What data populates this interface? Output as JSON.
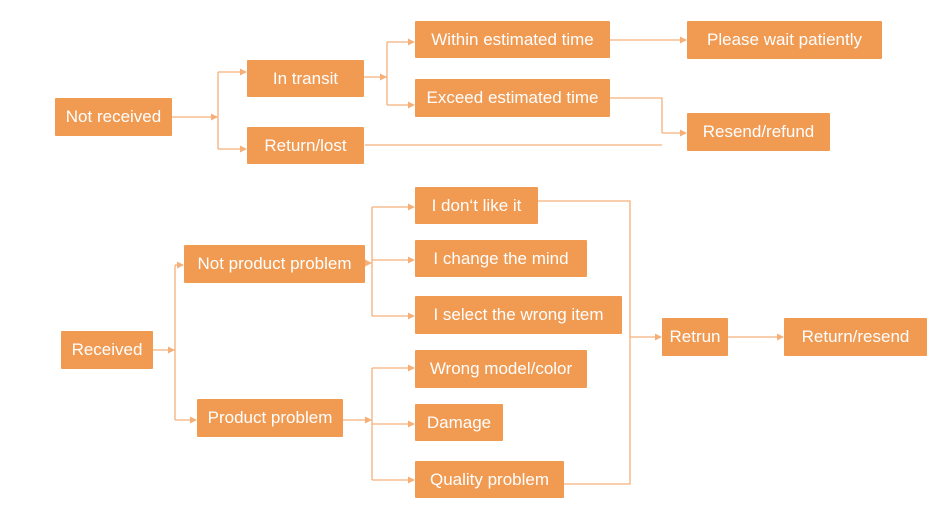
{
  "colors": {
    "node_fill": "#F09A52",
    "node_text": "#FFFFFF",
    "connector": "#F5B07A"
  },
  "not_received_flow": {
    "root": "Not received",
    "in_transit": "In transit",
    "return_lost": "Return/lost",
    "within_estimated_time": "Within estimated time",
    "exceed_estimated_time": "Exceed estimated time",
    "please_wait_patiently": "Please wait patiently",
    "resend_refund": "Resend/refund"
  },
  "received_flow": {
    "root": "Received",
    "not_product_problem": "Not product problem",
    "product_problem": "Product problem",
    "dont_like_it": "I don‘t like it",
    "change_mind": "I change the mind",
    "wrong_item": "I select the wrong item",
    "wrong_model_color": "Wrong model/color",
    "damage": "Damage",
    "quality_problem": "Quality problem",
    "retrun": "Retrun",
    "return_resend": "Return/resend"
  }
}
